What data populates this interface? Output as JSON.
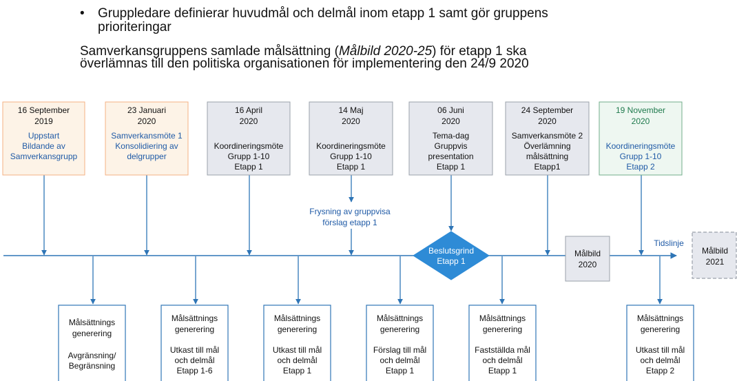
{
  "bullet": "Gruppledare definierar huvudmål och delmål inom etapp 1 samt gör gruppens prioriteringar",
  "paragraph": {
    "before": "Samverkansgruppens samlade målsättning (",
    "italic": "Målbild 2020-25",
    "after": ") för etapp 1 ska överlämnas till den politiska organisationen för implementering den 24/9 2020"
  },
  "colors": {
    "line": "#2e75b6",
    "orange_fill": "#fdf3e7",
    "orange_border": "#f4b183",
    "gray_fill": "#e6e8ee",
    "gray_border": "#9aa0aa",
    "green_fill": "#eef7f1",
    "green_border": "#70ad8a",
    "green_text": "#1f7a4d",
    "blue_text": "#1f5aa6",
    "diamond_fill": "#2e8bd6"
  },
  "top_events": [
    {
      "date": [
        "16 September",
        "2019"
      ],
      "desc": [
        "Uppstart",
        "Bildande av",
        "Samverkansgrupp"
      ],
      "style": "orange"
    },
    {
      "date": [
        "23 Januari",
        "2020"
      ],
      "desc": [
        "Samverkansmöte 1",
        "Konsolidiering av",
        "delgrupper"
      ],
      "style": "orange"
    },
    {
      "date": [
        "16 April",
        "2020"
      ],
      "desc": [
        "Koordineringsmöte",
        "Grupp 1-10",
        "Etapp 1"
      ],
      "style": "gray"
    },
    {
      "date": [
        "14 Maj",
        "2020"
      ],
      "desc": [
        "Koordineringsmöte",
        "Grupp 1-10",
        "Etapp 1"
      ],
      "style": "gray"
    },
    {
      "date": [
        "06 Juni",
        "2020"
      ],
      "desc": [
        "Tema-dag",
        "Gruppvis",
        "presentation",
        "Etapp 1"
      ],
      "style": "gray"
    },
    {
      "date": [
        "24 September",
        "2020"
      ],
      "desc": [
        "Samverkansmöte 2",
        "Överlämning",
        "målsättning",
        "Etapp1"
      ],
      "style": "gray"
    },
    {
      "date": [
        "19 November",
        "2020"
      ],
      "desc": [
        "Koordineringsmöte",
        "Grupp 1-10",
        "Etapp 2"
      ],
      "style": "green"
    }
  ],
  "frysning_label": [
    "Frysning av gruppvisa",
    "förslag etapp 1"
  ],
  "diamond_label": [
    "Beslutsgrind",
    "Etapp 1"
  ],
  "malbild_2020": [
    "Målbild",
    "2020"
  ],
  "tidslinje_label": "Tidslinje",
  "malbild_2021": [
    "Målbild",
    "2021"
  ],
  "bottom_boxes": [
    {
      "title": [
        "Målsättnings",
        "generering"
      ],
      "desc": [
        "Avgränsning/",
        "Begränsning"
      ]
    },
    {
      "title": [
        "Målsättnings",
        "generering"
      ],
      "desc": [
        "Utkast till mål",
        "och delmål",
        "Etapp 1-6"
      ]
    },
    {
      "title": [
        "Målsättnings",
        "generering"
      ],
      "desc": [
        "Utkast till mål",
        "och delmål",
        "Etapp 1"
      ]
    },
    {
      "title": [
        "Målsättnings",
        "generering"
      ],
      "desc": [
        "Förslag till mål",
        "och delmål",
        "Etapp 1"
      ]
    },
    {
      "title": [
        "Målsättnings",
        "generering"
      ],
      "desc": [
        "Fastställda mål",
        "och delmål",
        "Etapp 1"
      ]
    },
    {
      "title": [
        "Målsättnings",
        "generering"
      ],
      "desc": [
        "Utkast till mål",
        "och delmål",
        "Etapp 2"
      ]
    }
  ]
}
